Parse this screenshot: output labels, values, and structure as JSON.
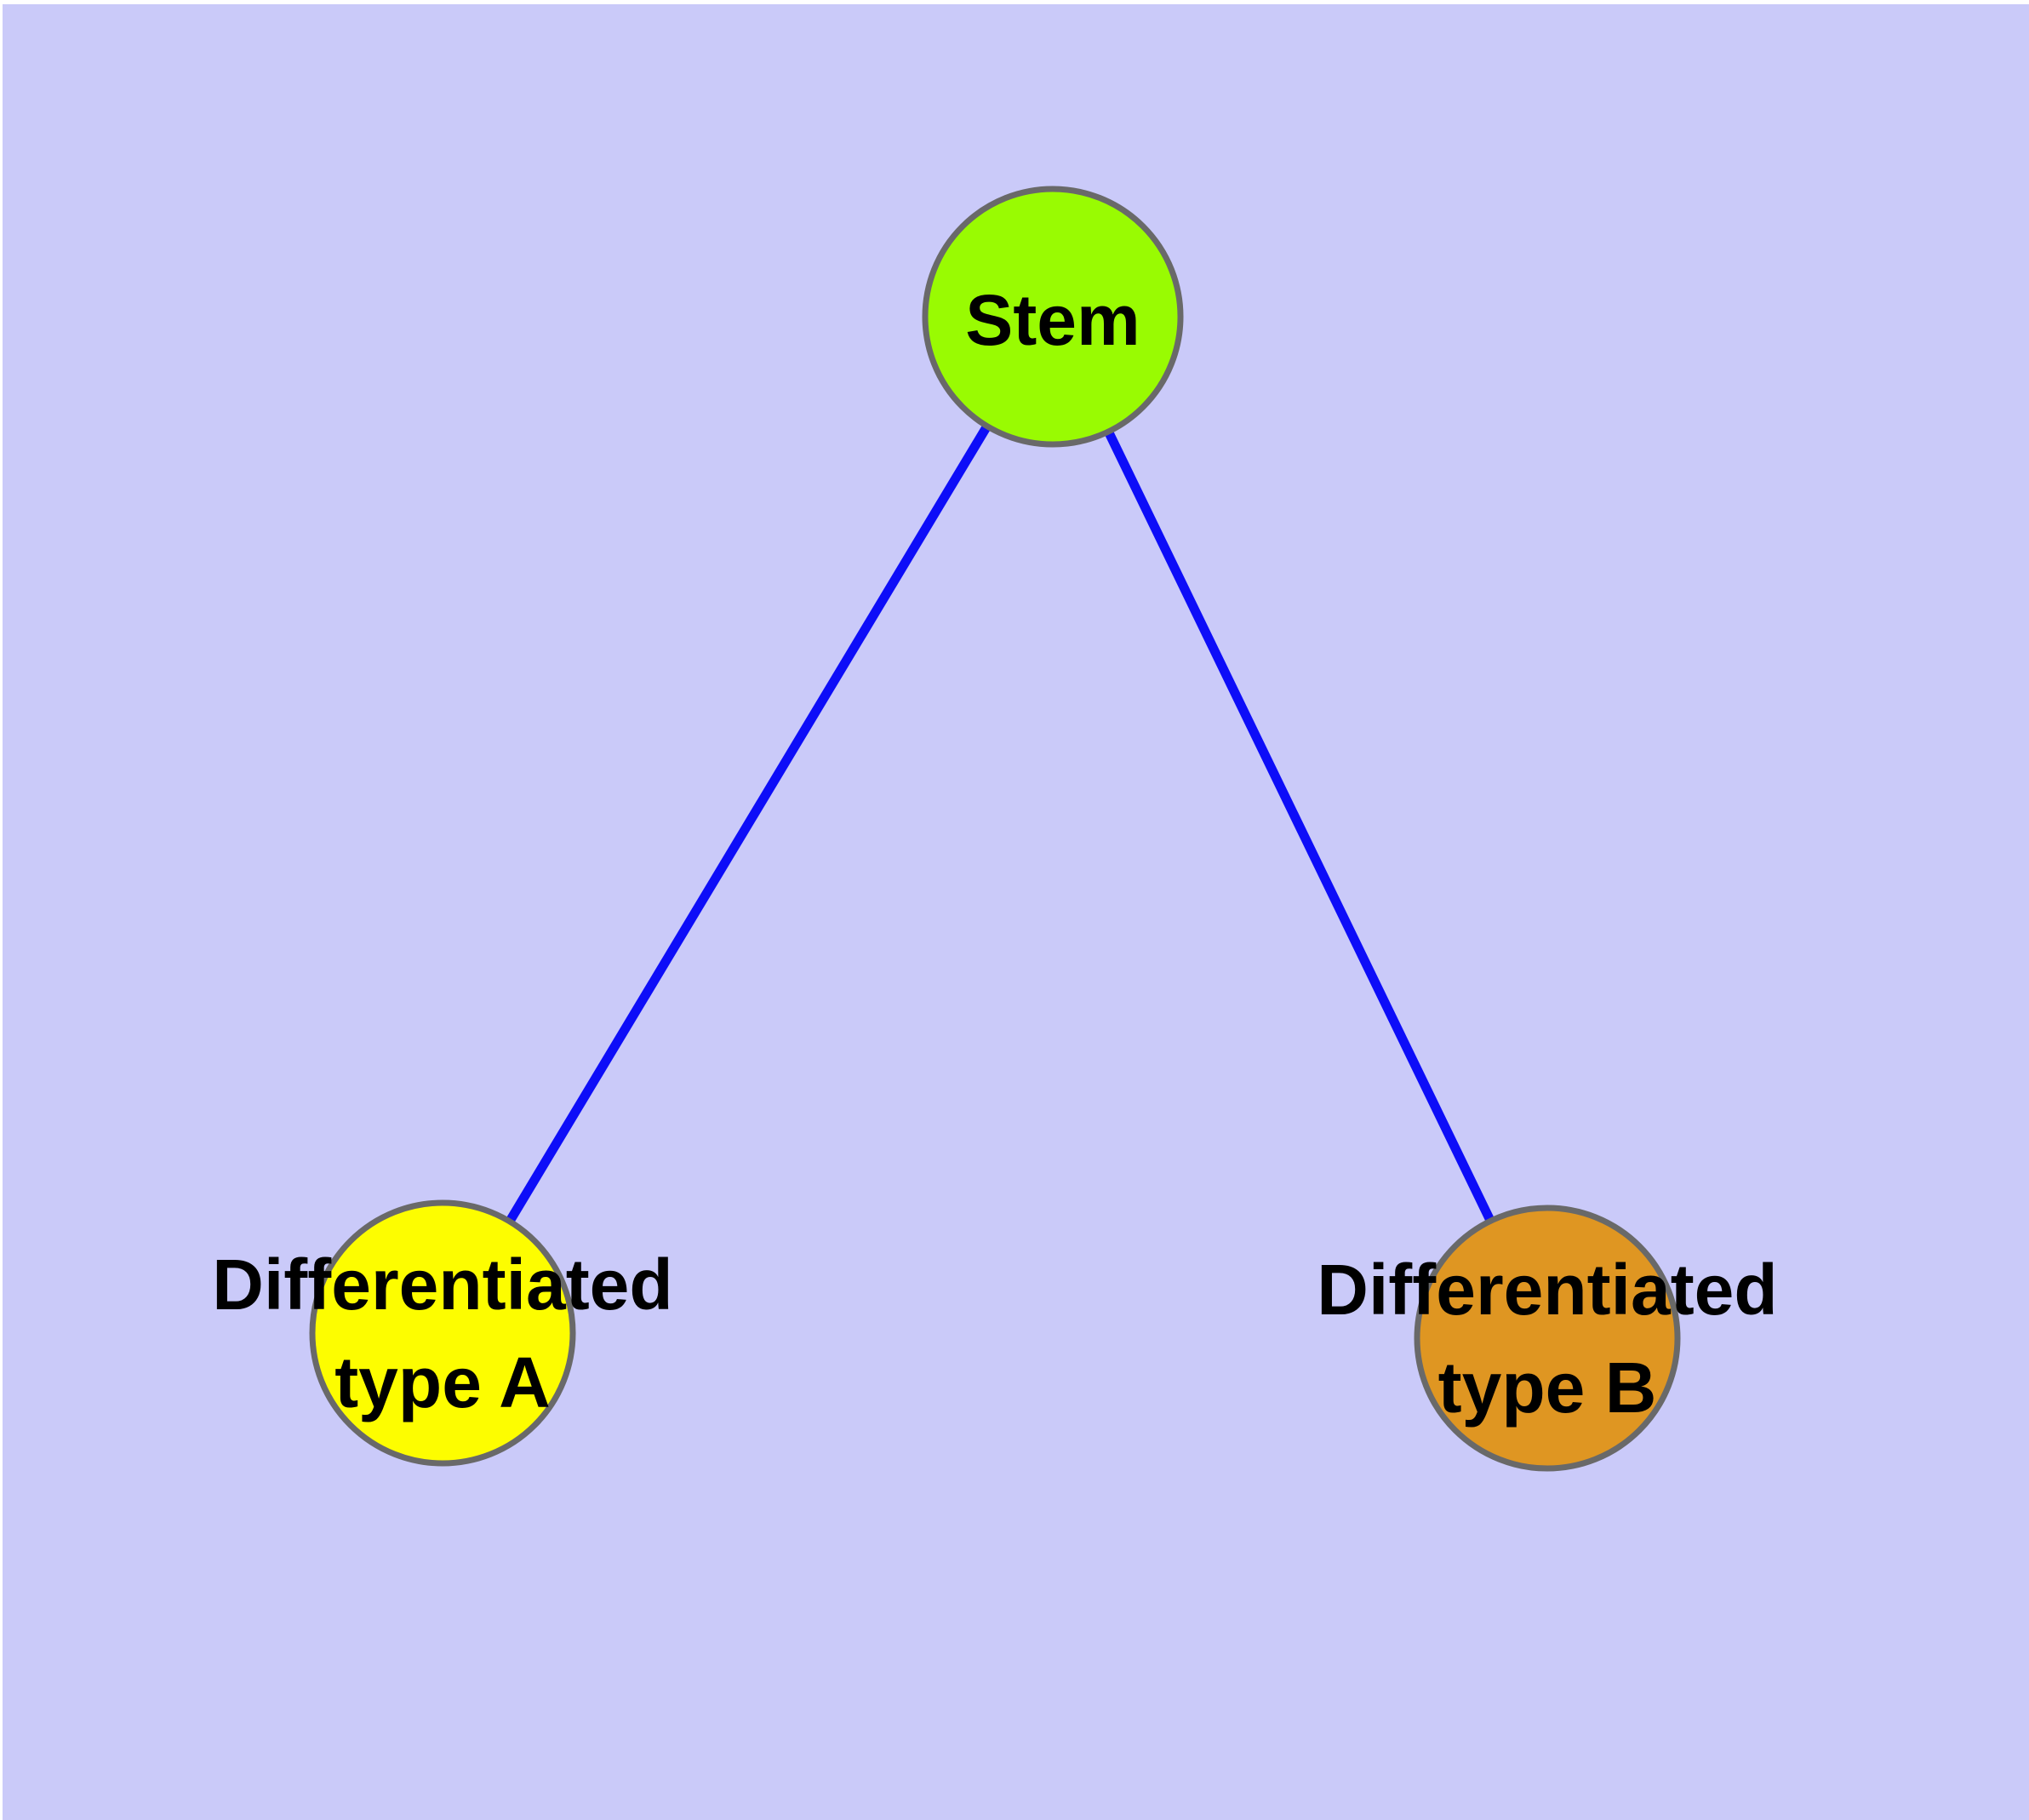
{
  "diagram": {
    "background_color": "#CACAF9",
    "margin_color": "#FFFFFF",
    "node_border_color": "#696969",
    "edge_color": "#0D0DF8",
    "text_color": "#000000",
    "nodes": [
      {
        "id": "stem",
        "lines": [
          "Stem"
        ],
        "fill": "#99FB02"
      },
      {
        "id": "differentiated-type-a",
        "lines": [
          "Differentiated",
          "type A"
        ],
        "fill": "#FDFD00"
      },
      {
        "id": "differentiated-type-b",
        "lines": [
          "Differentiated",
          "type B"
        ],
        "fill": "#DF9622"
      }
    ],
    "edges": [
      {
        "from": "Stem",
        "to": "Differentiated type A"
      },
      {
        "from": "Stem",
        "to": "Differentiated type B"
      }
    ]
  }
}
